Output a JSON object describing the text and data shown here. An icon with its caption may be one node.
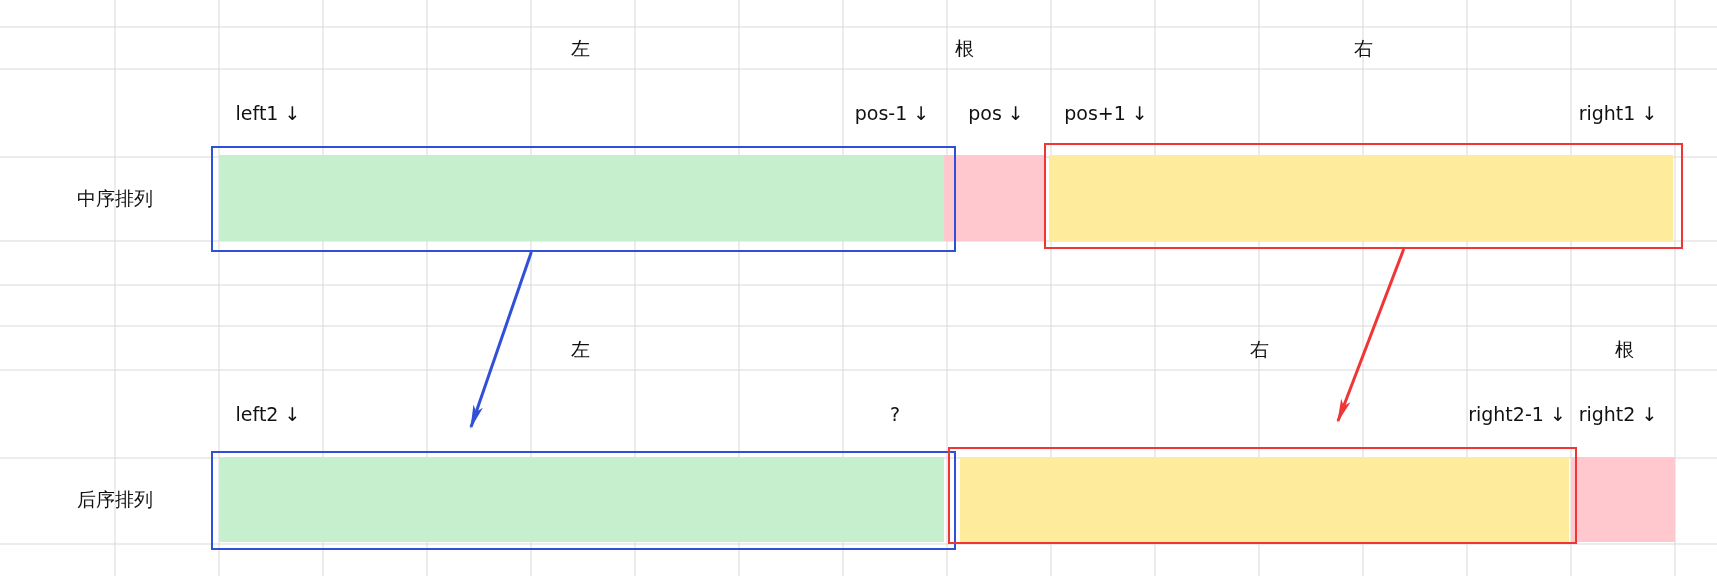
{
  "diagram": {
    "nodes": [
      {
        "text": [],
        "shape": "box"
      },
      {
        "text": [],
        "shape": "bar",
        "in": 0
      },
      {
        "text": [],
        "shape": "bar"
      },
      {
        "text": [],
        "shape": "box"
      },
      {
        "text": [],
        "shape": "bar",
        "in": 3
      },
      {
        "text": [],
        "shape": "box"
      },
      {
        "text": [],
        "shape": "bar",
        "in": 5
      },
      {
        "text": [],
        "shape": "box"
      },
      {
        "text": [],
        "shape": "bar",
        "in": 7
      },
      {
        "text": [],
        "shape": "bar"
      }
    ],
    "edges": [
      {
        "from": 0,
        "to": 5,
        "arrow": "to",
        "color": "#3050d8"
      },
      {
        "from": 3,
        "to": 7,
        "arrow": "to",
        "color": "#f03535"
      }
    ],
    "labels": [
      "左",
      "根",
      "右",
      "left1 ↓",
      "pos-1 ↓",
      "pos ↓",
      "pos+1 ↓",
      "right1 ↓",
      "中序排列",
      "左",
      "右",
      "根",
      "left2 ↓",
      "?",
      "right2-1 ↓",
      "right2 ↓",
      "后序排列"
    ]
  }
}
